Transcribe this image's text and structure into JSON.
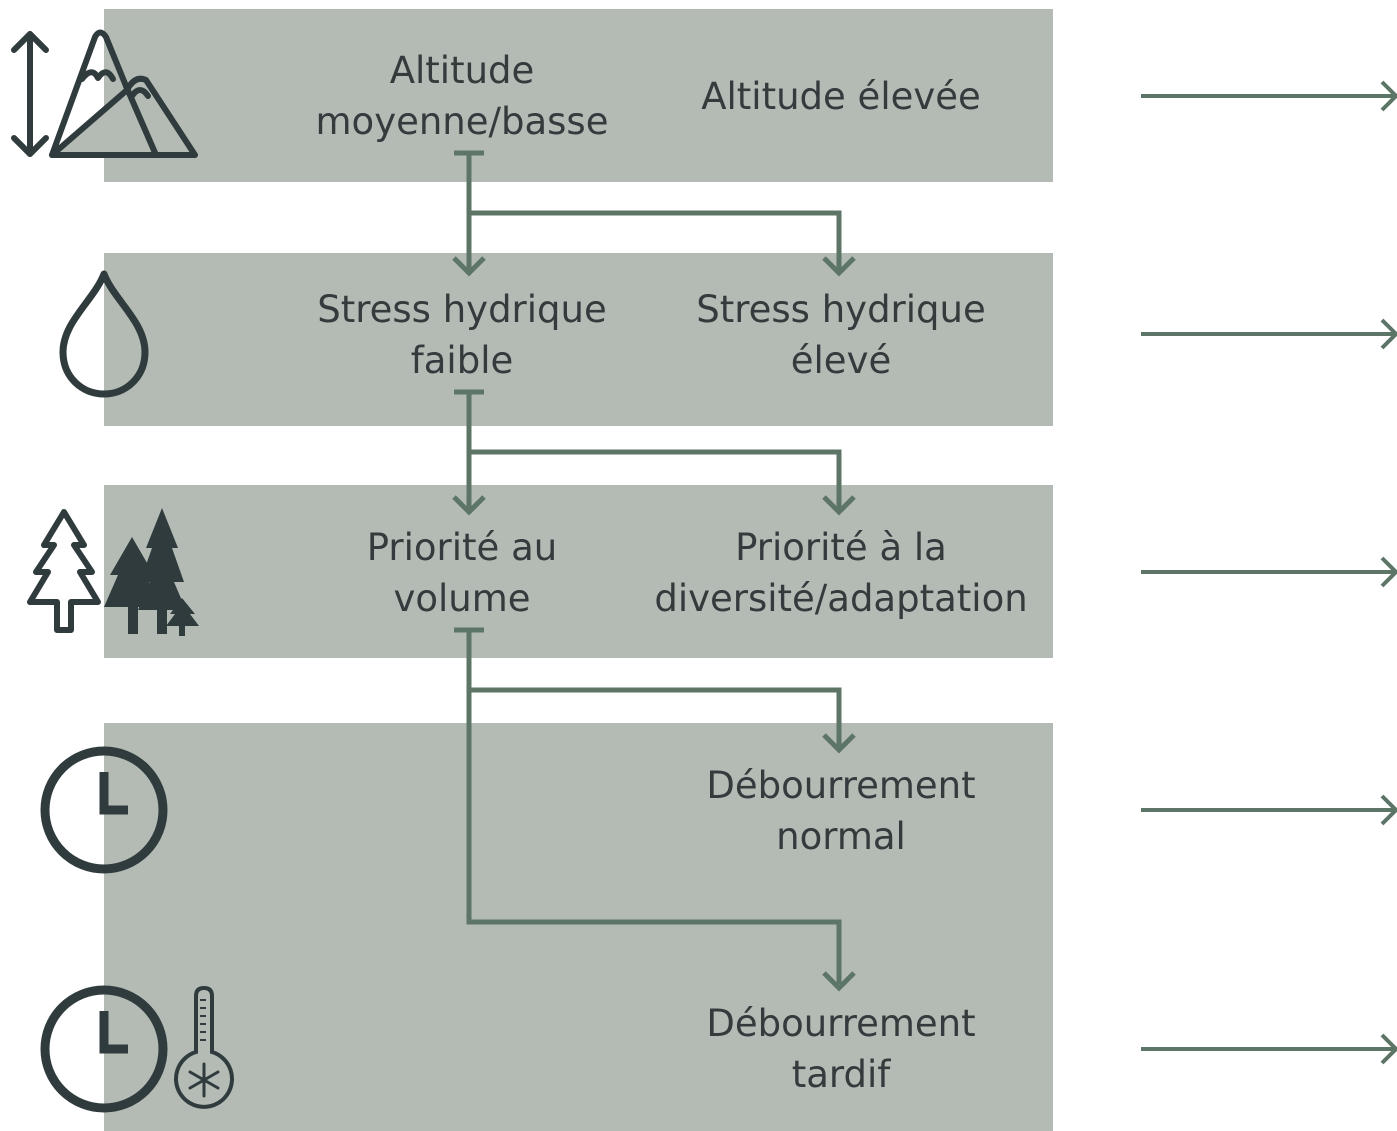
{
  "colors": {
    "band": "#b4bbb5",
    "text": "#333b3d",
    "connector": "#5c7566",
    "icon": "#2f3b3c"
  },
  "rows": [
    {
      "icon": "altitude-mountain-icon",
      "left": "Altitude\nmoyenne/basse",
      "right": "Altitude élevée"
    },
    {
      "icon": "water-drop-icon",
      "left": "Stress hydrique\nfaible",
      "right": "Stress hydrique\nélevé"
    },
    {
      "icon": "forest-trees-icon",
      "left": "Priorité au\nvolume",
      "right": "Priorité à la\ndiversité/adaptation"
    },
    {
      "icon": "clock-icon",
      "left": "",
      "right": "Débourrement\nnormal"
    },
    {
      "icon": "clock-cold-thermometer-icon",
      "left": "",
      "right": "Débourrement\ntardif"
    }
  ]
}
